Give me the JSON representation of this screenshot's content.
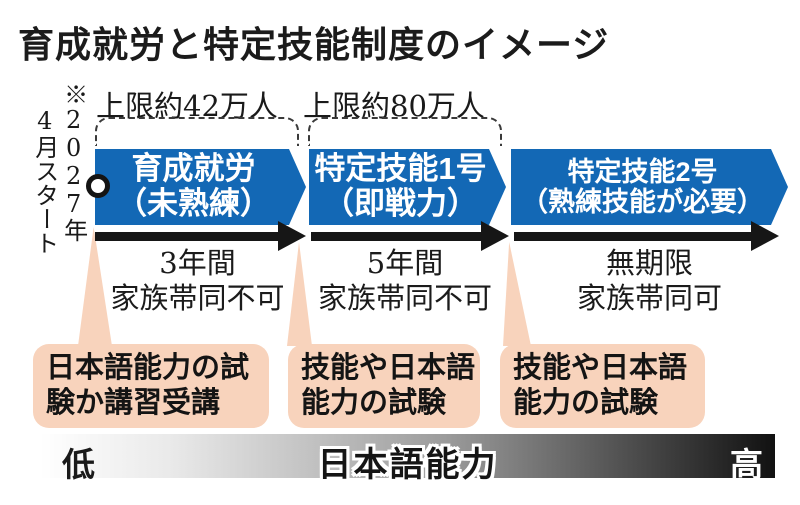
{
  "title": "育成就労と特定技能制度のイメージ",
  "note": {
    "line1": "※2027年",
    "line2": "4月スタート"
  },
  "caps": [
    {
      "label": "上限約42万人"
    },
    {
      "label": "上限約80万人"
    }
  ],
  "stages": [
    {
      "name_line1": "育成就労",
      "name_line2": "（未熟練）",
      "period": "3年間",
      "family": "家族帯同不可"
    },
    {
      "name_line1": "特定技能1号",
      "name_line2": "（即戦力）",
      "period": "5年間",
      "family": "家族帯同不可"
    },
    {
      "name_line1": "特定技能2号",
      "name_line2": "（熟練技能が必要）",
      "period": "無期限",
      "family": "家族帯同可"
    }
  ],
  "requirements": [
    {
      "line1": "日本語能力の試",
      "line2": "験か講習受講"
    },
    {
      "line1": "技能や日本語",
      "line2": "能力の試験"
    },
    {
      "line1": "技能や日本語",
      "line2": "能力の試験"
    }
  ],
  "scale": {
    "low": "低",
    "label": "日本語能力",
    "high": "高"
  },
  "colors": {
    "stage_blue": "#1368b5",
    "callout_pink": "#f8d3bc",
    "timeline_black": "#161616",
    "scale_gradient_left": "#ffffff",
    "scale_gradient_right": "#111111"
  }
}
